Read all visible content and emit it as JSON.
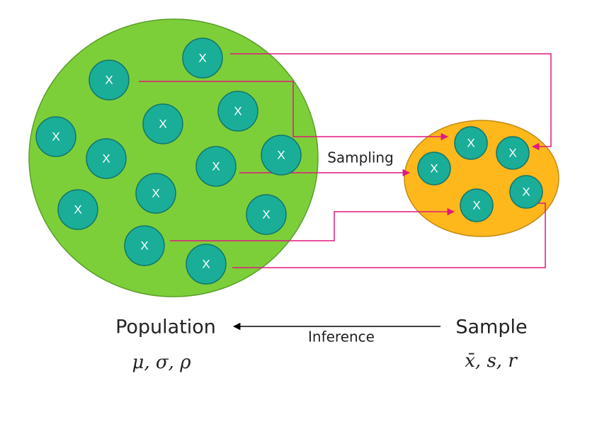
{
  "node_label": "X",
  "sampling_label": "Sampling",
  "inference_label": "Inference",
  "population": {
    "title": "Population",
    "parameters": "μ, σ, ρ"
  },
  "sample": {
    "title": "Sample",
    "statistics": "x̄, s, r"
  },
  "colors": {
    "population_fill": "#7dcf3a",
    "population_stroke": "#5a9e2a",
    "sample_fill": "#ffb81c",
    "sample_stroke": "#c48a12",
    "node_fill": "#1aae99",
    "node_stroke": "#12766a",
    "connector": "#e0197d",
    "inference_arrow": "#000000"
  }
}
